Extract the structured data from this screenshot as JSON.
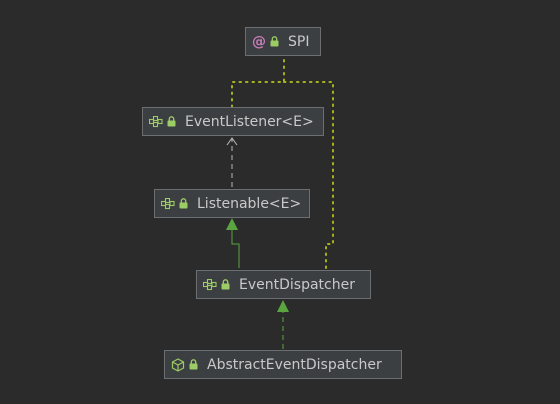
{
  "diagram": {
    "nodes": {
      "spi": {
        "label": "SPI",
        "kind": "annotation",
        "icon": "at-icon"
      },
      "event_listener": {
        "label": "EventListener<E>",
        "kind": "interface",
        "icon": "interface-icon"
      },
      "listenable": {
        "label": "Listenable<E>",
        "kind": "interface",
        "icon": "interface-icon"
      },
      "event_dispatcher": {
        "label": "EventDispatcher",
        "kind": "interface",
        "icon": "interface-icon"
      },
      "abstract_event_dispatcher": {
        "label": "AbstractEventDispatcher",
        "kind": "abstract-class",
        "icon": "abstract-class-icon"
      }
    },
    "edges": [
      {
        "from": "event_listener",
        "to": "spi",
        "style": "dotted",
        "meaning": "annotated-with"
      },
      {
        "from": "event_dispatcher",
        "to": "spi",
        "style": "dotted",
        "meaning": "annotated-with"
      },
      {
        "from": "listenable",
        "to": "event_listener",
        "style": "dashed-open-arrow",
        "meaning": "uses"
      },
      {
        "from": "event_dispatcher",
        "to": "listenable",
        "style": "solid-filled-arrow",
        "meaning": "extends"
      },
      {
        "from": "abstract_event_dispatcher",
        "to": "event_dispatcher",
        "style": "dashed-filled-arrow",
        "meaning": "implements"
      }
    ],
    "colors": {
      "background": "#2b2b2b",
      "node_fill": "#3c3f41",
      "node_border": "#6b6f72",
      "text": "#c9c9c9",
      "annotation_icon": "#c77dbb",
      "lock": "#9ccc65",
      "dotted_edge": "#a8b21a",
      "extends_edge": "#5aa540",
      "uses_edge": "#b8b8b8"
    }
  }
}
